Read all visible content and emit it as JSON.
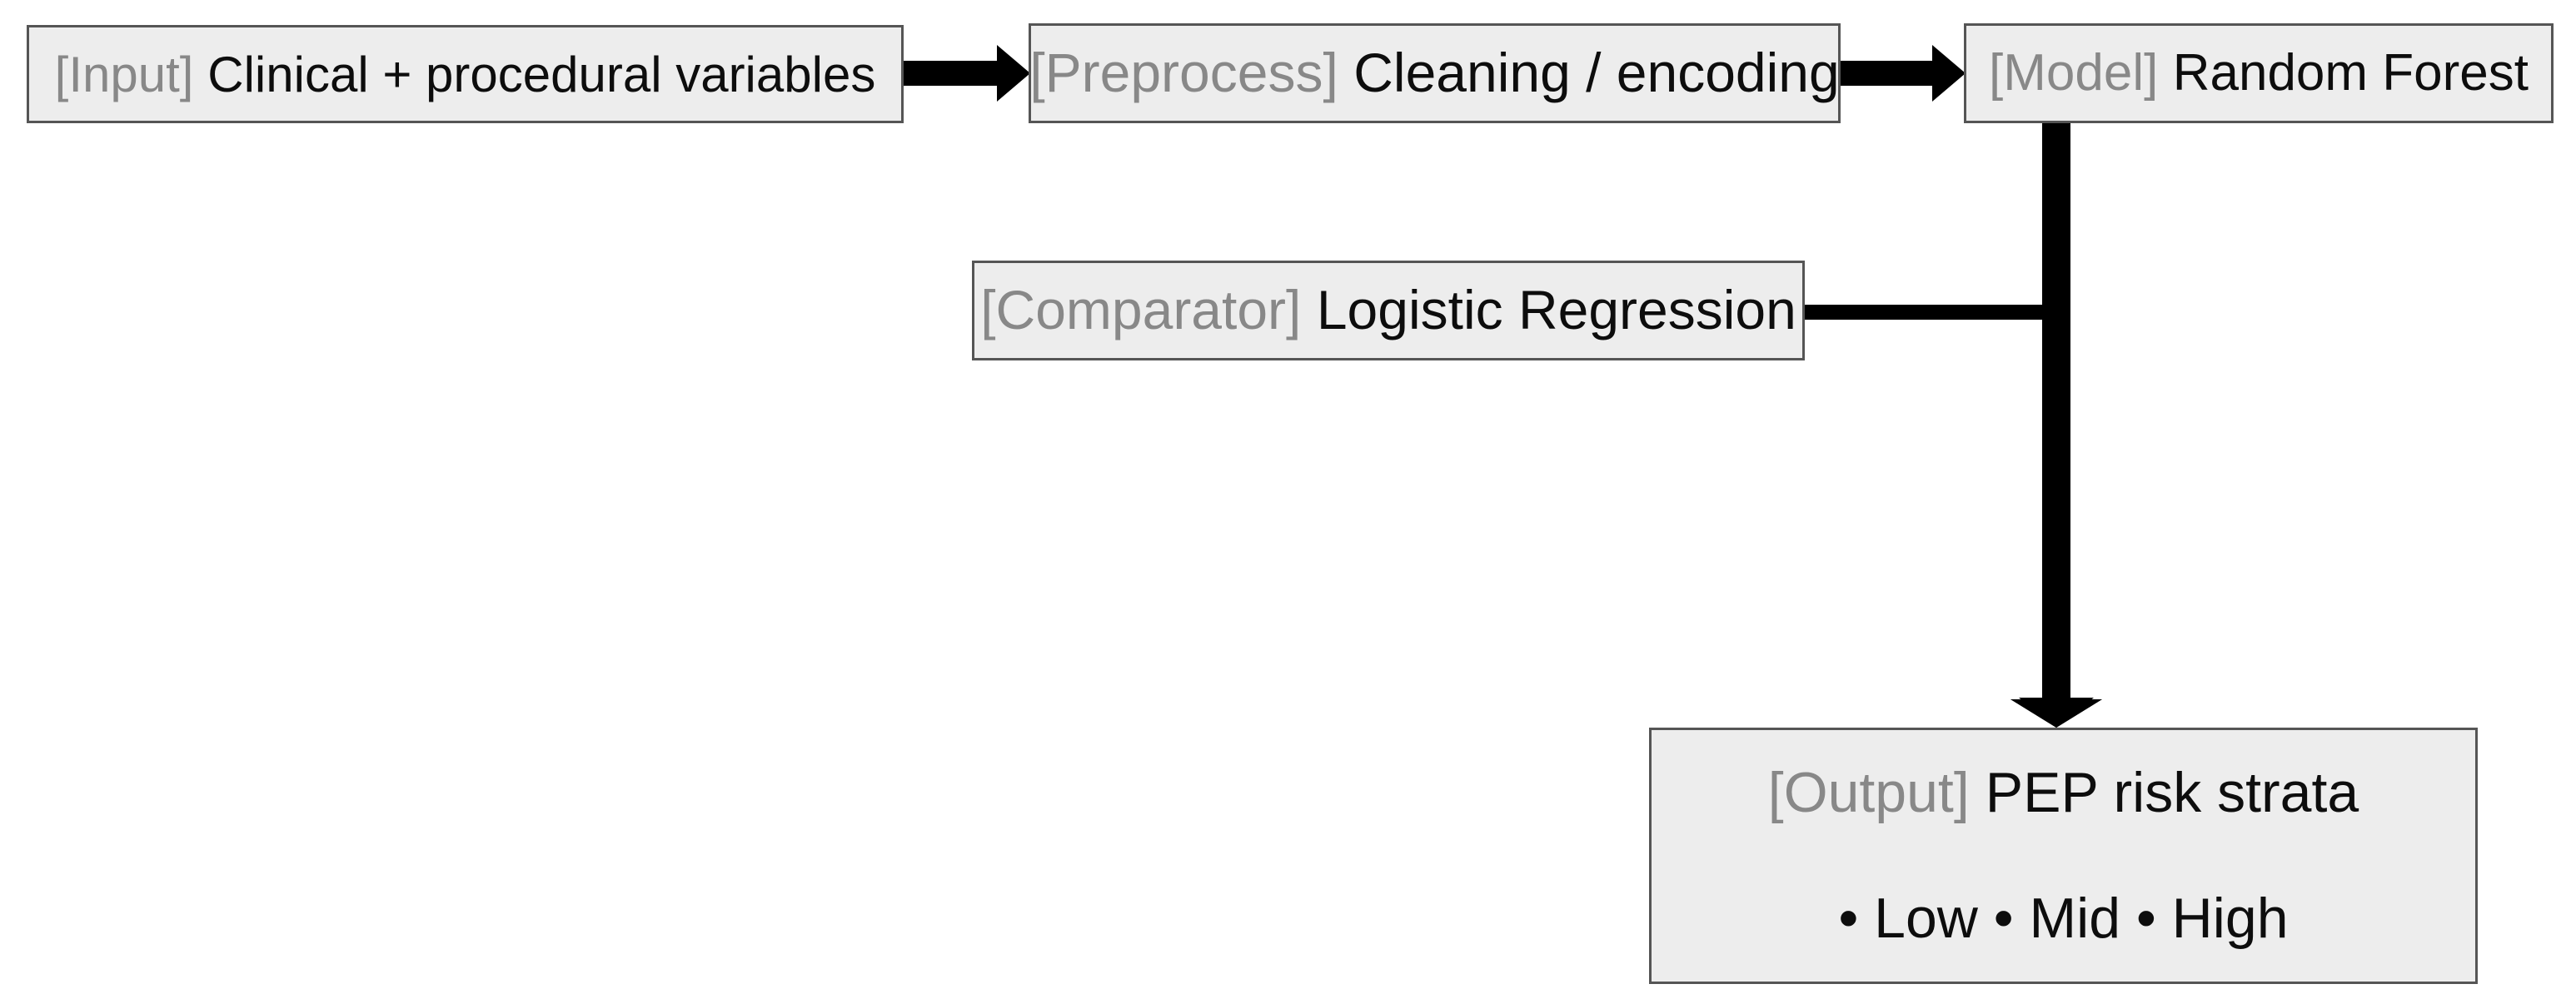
{
  "diagram": {
    "type": "flowchart",
    "nodes": [
      {
        "id": "input",
        "prefix": "[Input]",
        "label": "Clinical + procedural variables"
      },
      {
        "id": "preprocess",
        "prefix": "[Preprocess]",
        "label": "Cleaning / encoding"
      },
      {
        "id": "model",
        "prefix": "[Model]",
        "label": "Random Forest"
      },
      {
        "id": "comparator",
        "prefix": "[Comparator]",
        "label": "Logistic Regression"
      },
      {
        "id": "output",
        "prefix": "[Output]",
        "label": "PEP risk strata",
        "sublabel": "• Low • Mid • High"
      }
    ],
    "edges": [
      {
        "from": "input",
        "to": "preprocess",
        "style": "thick-arrow-right"
      },
      {
        "from": "preprocess",
        "to": "model",
        "style": "thick-arrow-right"
      },
      {
        "from": "model",
        "to": "output",
        "style": "thick-arrow-down"
      },
      {
        "from": "comparator",
        "to": "model-output-line",
        "style": "tee-join"
      }
    ],
    "colors": {
      "background": "#ffffff",
      "node_fill": "#ededed",
      "node_border": "#555555",
      "prefix_text": "#888888",
      "label_text": "#0d0d0d",
      "arrow": "#000000"
    }
  }
}
